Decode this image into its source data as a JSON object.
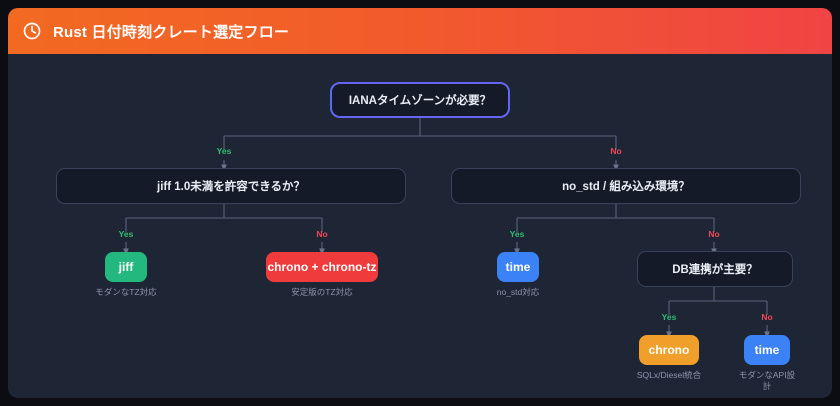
{
  "header": {
    "icon": "clock-icon",
    "title": "Rust 日付時刻クレート選定フロー",
    "gradient_from": "#f26a22",
    "gradient_to": "#ef4444"
  },
  "colors": {
    "page_background": "#0b0d12",
    "card_background": "#1e2535",
    "node_background": "#141a28",
    "root_border": "#6366f1",
    "link": "#58637d",
    "yes": "#2fbf71",
    "no": "#ef4856",
    "caption": "#8d96ab",
    "jiff": "#23b97e",
    "chrono_tz": "#ef3b3b",
    "time": "#3b82f6",
    "chrono": "#f0a02a"
  },
  "edge_labels": {
    "yes": "Yes",
    "no": "No"
  },
  "nodes": [
    {
      "id": "root",
      "type": "decision",
      "label": "IANAタイムゾーンが必要？"
    },
    {
      "id": "jiff_q",
      "type": "decision",
      "label": "jiff 1.0未満を許容できるか？"
    },
    {
      "id": "nostd_q",
      "type": "decision",
      "label": "no_std / 組み込み環境？"
    },
    {
      "id": "db_q",
      "type": "decision",
      "label": "DB連携が主要？"
    },
    {
      "id": "jiff",
      "type": "leaf",
      "label": "jiff",
      "caption": "モダンなTZ対応",
      "color": "#23b97e"
    },
    {
      "id": "chrono_tz",
      "type": "leaf",
      "label": "chrono + chrono-tz",
      "caption": "安定版のTZ対応",
      "color": "#ef3b3b"
    },
    {
      "id": "time_nostd",
      "type": "leaf",
      "label": "time",
      "caption": "no_std対応",
      "color": "#3b82f6"
    },
    {
      "id": "chrono",
      "type": "leaf",
      "label": "chrono",
      "caption": "SQLx/Diesel統合",
      "color": "#f0a02a"
    },
    {
      "id": "time_api",
      "type": "leaf",
      "label": "time",
      "caption": "モダンなAPI設計",
      "color": "#3b82f6"
    }
  ],
  "edges": [
    {
      "from": "root",
      "to": "jiff_q",
      "label": "Yes"
    },
    {
      "from": "root",
      "to": "nostd_q",
      "label": "No"
    },
    {
      "from": "jiff_q",
      "to": "jiff",
      "label": "Yes"
    },
    {
      "from": "jiff_q",
      "to": "chrono_tz",
      "label": "No"
    },
    {
      "from": "nostd_q",
      "to": "time_nostd",
      "label": "Yes"
    },
    {
      "from": "nostd_q",
      "to": "db_q",
      "label": "No"
    },
    {
      "from": "db_q",
      "to": "chrono",
      "label": "Yes"
    },
    {
      "from": "db_q",
      "to": "time_api",
      "label": "No"
    }
  ]
}
